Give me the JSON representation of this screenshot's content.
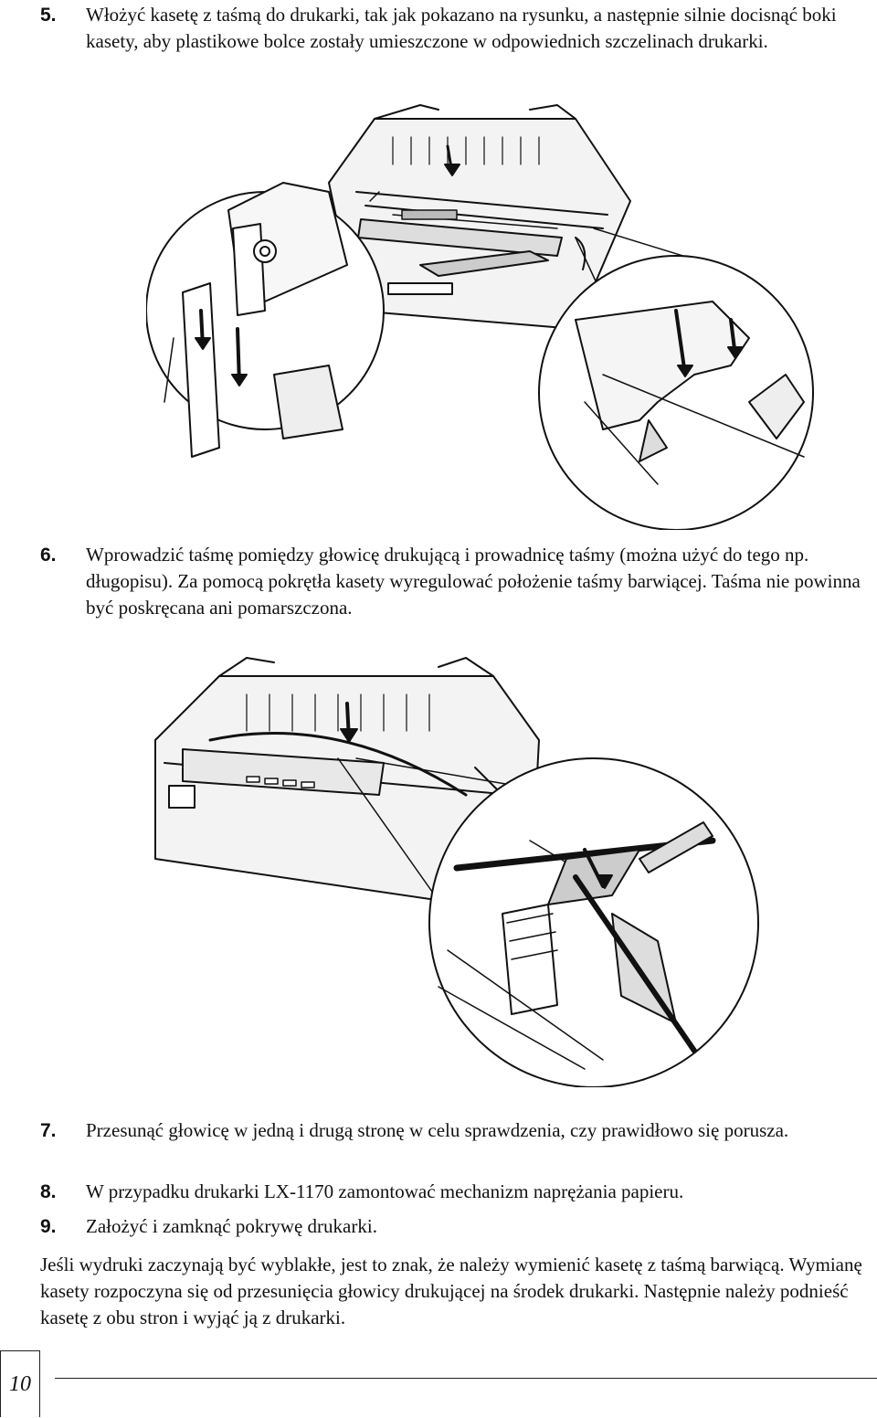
{
  "steps": [
    {
      "number": "5.",
      "text": "Włożyć kasetę z taśmą do drukarki, tak jak pokazano na rysunku, a następnie silnie docisnąć boki kasety, aby plastikowe bolce zostały umieszczone w odpowiednich szczelinach drukarki."
    },
    {
      "number": "6.",
      "text": "Wprowadzić taśmę pomiędzy głowicę drukującą i prowadnicę taśmy (można użyć do tego np. długopisu). Za pomocą pokrętła kasety wyregulować położenie taśmy barwiącej. Taśma nie powinna być poskręcana ani pomarszczona."
    },
    {
      "number": "7.",
      "text": "Przesunąć głowicę w jedną i drugą stronę w celu sprawdzenia, czy prawidłowo się porusza."
    },
    {
      "number": "8.",
      "text": "W przypadku drukarki LX-1170 zamontować mechanizm naprężania papieru."
    },
    {
      "number": "9.",
      "text": "Założyć i zamknąć pokrywę drukarki."
    }
  ],
  "note": "Jeśli wydruki zaczynają być wyblakłe, jest to znak, że należy wymienić kasetę z taśmą barwiącą. Wymianę kasety rozpoczyna się od przesunięcia głowicy drukującej na środek drukarki. Następnie należy podnieść kasetę z obu stron i wyjąć ją z drukarki.",
  "page_number": "10"
}
